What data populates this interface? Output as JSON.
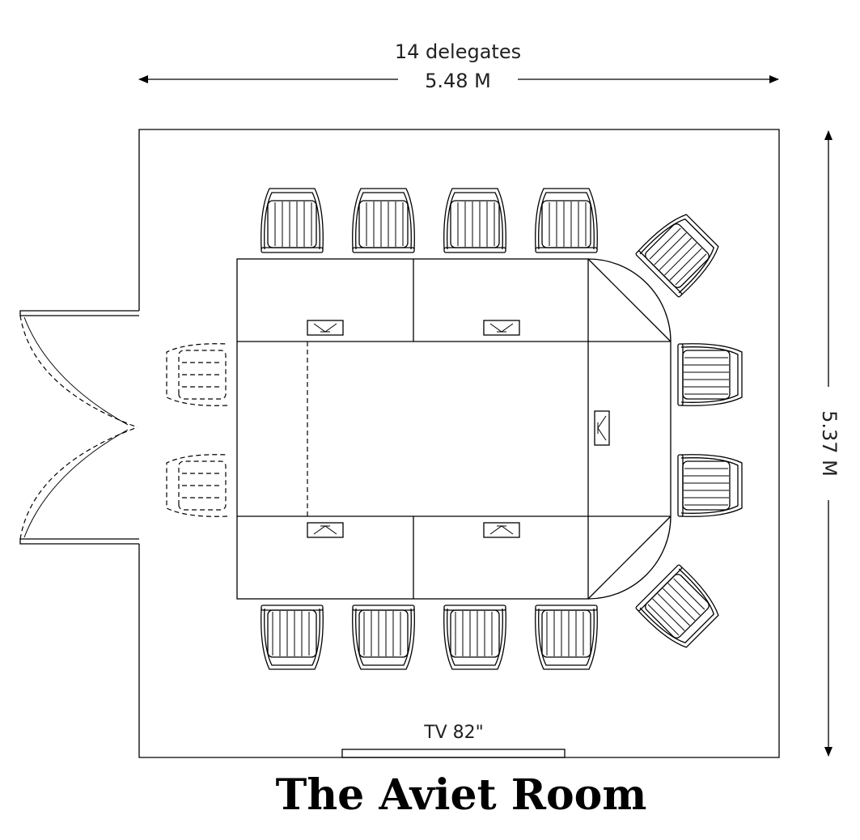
{
  "capacity_label": "14 delegates",
  "width_label": "5.48 M",
  "depth_label": "5.37 M",
  "tv_label": "TV 82\"",
  "room_title": "The Aviet Room",
  "colors": {
    "ink": "#000000",
    "label": "#222222",
    "background": "#ffffff"
  }
}
